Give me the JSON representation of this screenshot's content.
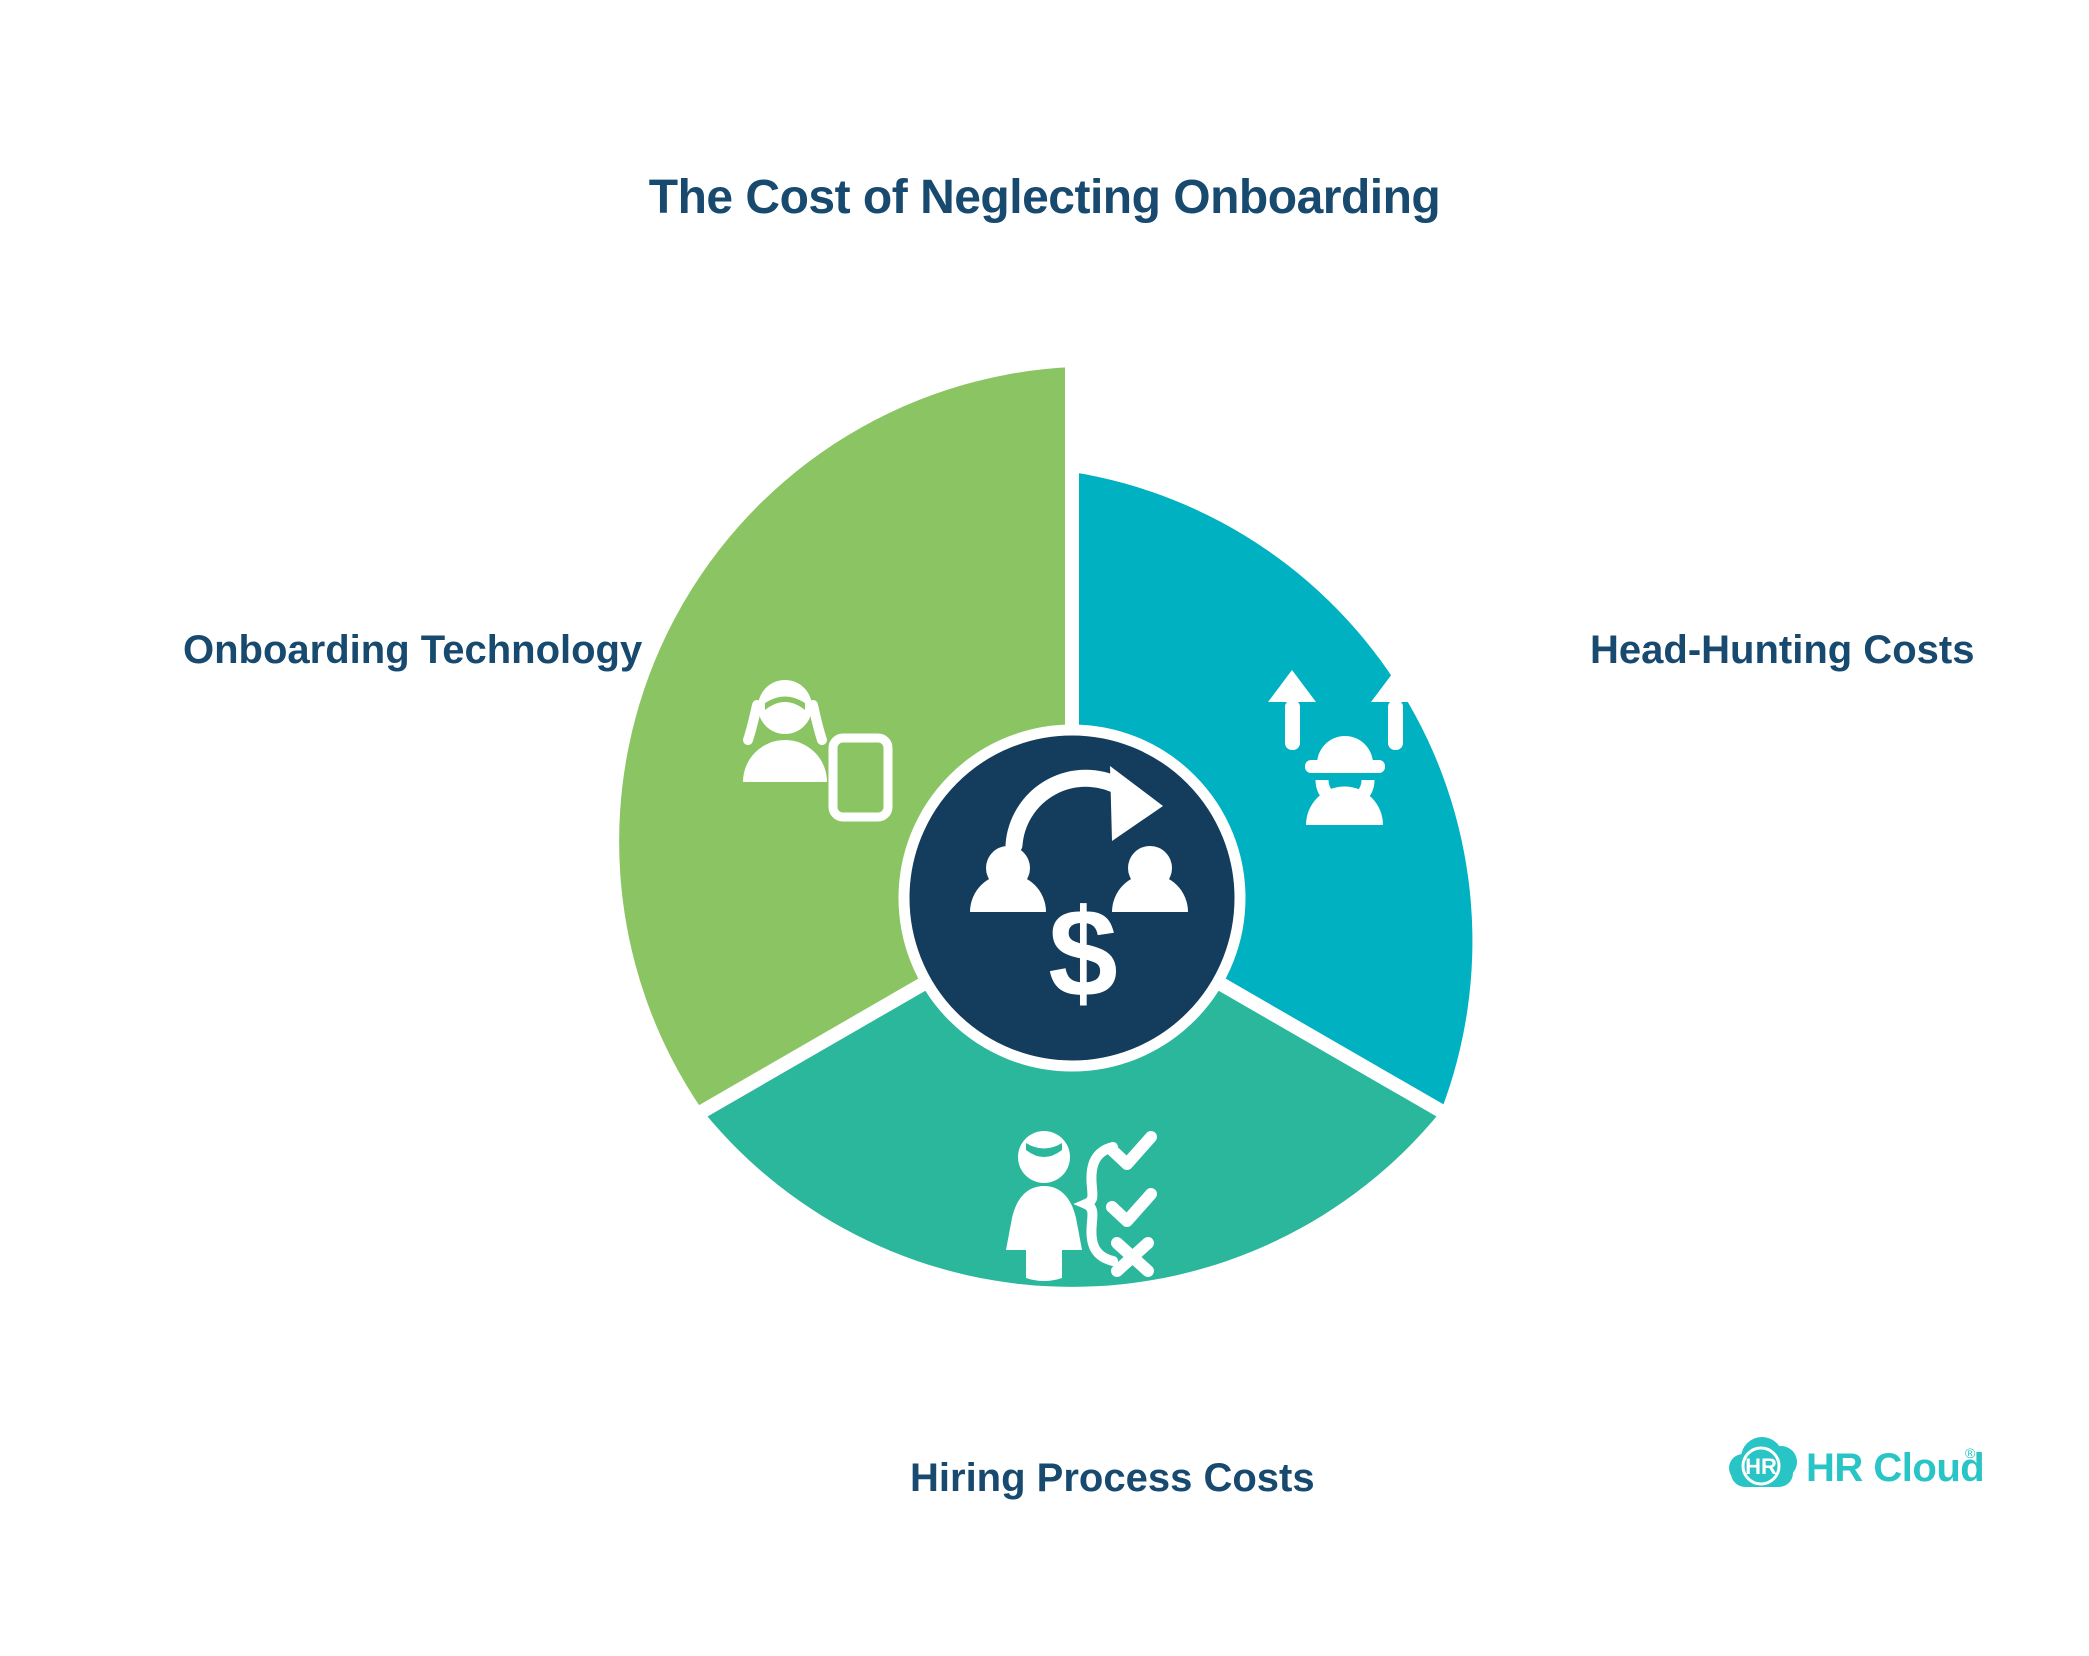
{
  "title": "The Cost of Neglecting Onboarding",
  "diagram": {
    "segments": [
      {
        "id": "onboarding-technology",
        "label": "Onboarding Technology",
        "color": "#8BC462",
        "icon": "woman-with-tablet-icon",
        "position": "top-left"
      },
      {
        "id": "head-hunting-costs",
        "label": "Head-Hunting Costs",
        "color": "#00B1C2",
        "icon": "hard-hat-worker-rising-arrows-icon",
        "position": "right"
      },
      {
        "id": "hiring-process-costs",
        "label": "Hiring Process Costs",
        "color": "#2BB79B",
        "icon": "person-checklist-icon",
        "position": "bottom"
      }
    ],
    "center": {
      "icon": "people-exchange-dollar-icon",
      "background": "#143C5C",
      "dollar_sign": "$"
    }
  },
  "logo": {
    "badge_text": "HR",
    "brand_text": "HR Cloud",
    "registered_mark": "®",
    "color": "#29C4C6"
  },
  "colors": {
    "title_text": "#174A6E",
    "background": "#FFFFFF",
    "icon_white": "#FFFFFF"
  }
}
